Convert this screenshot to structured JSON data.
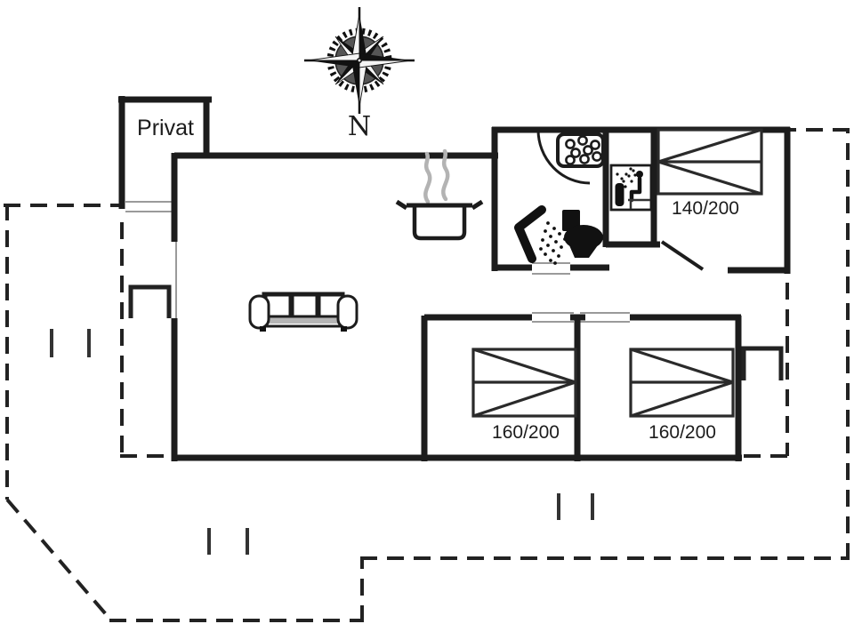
{
  "diagram": {
    "type": "holiday-home floor plan",
    "background": "#ffffff"
  },
  "compass": {
    "north_label": "N"
  },
  "rooms": {
    "private_label": "Privat"
  },
  "beds": [
    {
      "name": "double-bed-top-right",
      "size_label": "140/200"
    },
    {
      "name": "double-bed-bottom-left",
      "size_label": "160/200"
    },
    {
      "name": "double-bed-bottom-right",
      "size_label": "160/200"
    }
  ],
  "icons": {
    "compass": "compass-rose-icon",
    "kitchen": "cooking-pot-icon",
    "steam": "steam-icon",
    "bathroom": [
      "whirlpool-icon",
      "shower-icon",
      "toilet-icon",
      "sauna-icon"
    ],
    "living_room": "sofa-icon"
  },
  "colors": {
    "wall": "#1c1c1c",
    "dashed_outline": "#222222",
    "steam_gray": "#b3b3b3",
    "threshold_gray": "#9a9a9a"
  }
}
